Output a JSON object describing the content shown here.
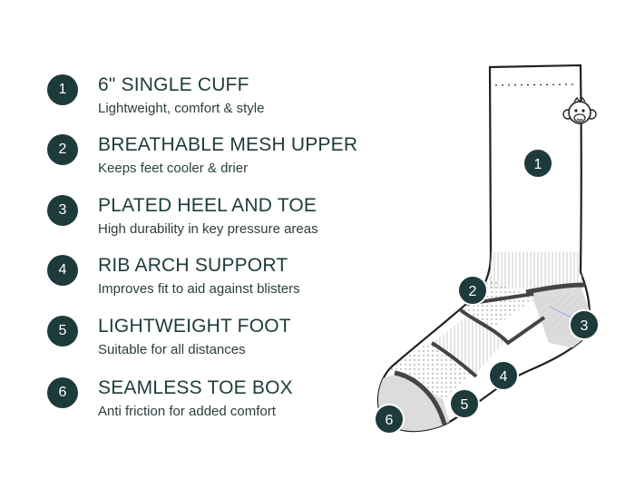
{
  "features": [
    {
      "number": "1",
      "title": "6\" SINGLE CUFF",
      "subtitle": "Lightweight, comfort & style"
    },
    {
      "number": "2",
      "title": "BREATHABLE MESH UPPER",
      "subtitle": "Keeps feet cooler & drier"
    },
    {
      "number": "3",
      "title": "PLATED HEEL AND  TOE",
      "subtitle": "High durability in key pressure areas"
    },
    {
      "number": "4",
      "title": "RIB ARCH SUPPORT",
      "subtitle": "Improves fit to aid against blisters"
    },
    {
      "number": "5",
      "title": "LIGHTWEIGHT FOOT",
      "subtitle": "Suitable for all distances"
    },
    {
      "number": "6",
      "title": "SEAMLESS TOE BOX",
      "subtitle": "Anti friction for added comfort"
    }
  ],
  "callouts": [
    "1",
    "2",
    "3",
    "4",
    "5",
    "6"
  ],
  "logo_icon": "monkey-face-icon",
  "colors": {
    "badge": "#1d3b3a",
    "sock_outline": "#222222",
    "plated": "#d9d9d9",
    "band": "#555555"
  }
}
